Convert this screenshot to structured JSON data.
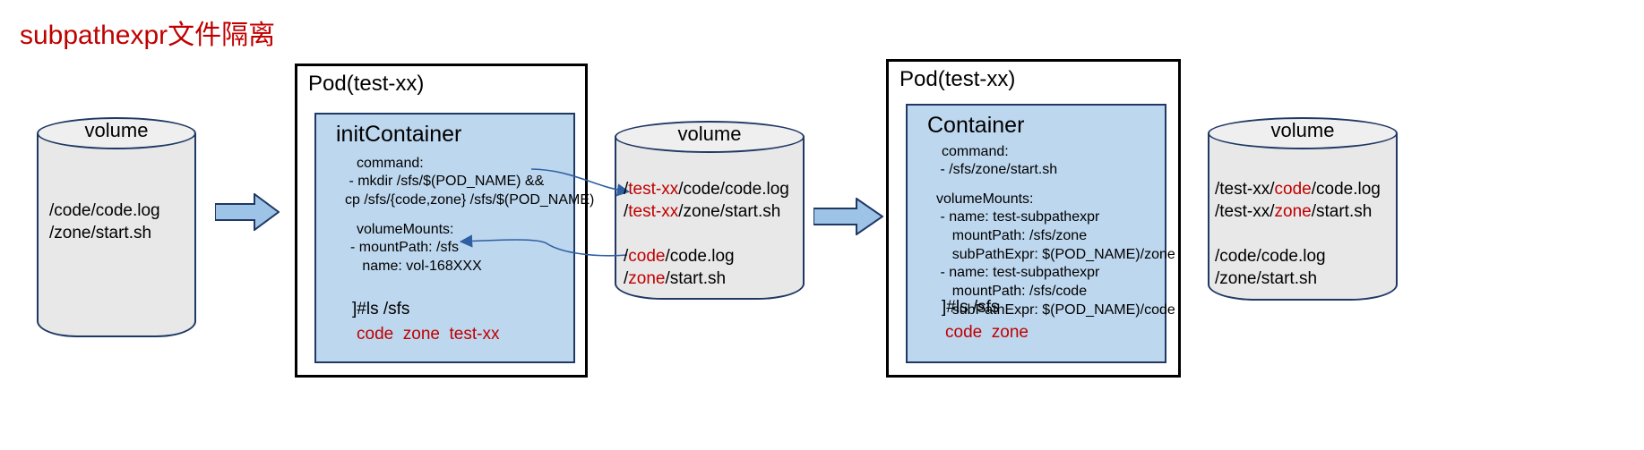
{
  "title": "subpathexpr文件隔离",
  "colors": {
    "accent_red": "#C00000",
    "container_fill": "#BDD7EE",
    "container_stroke": "#1F3864",
    "cylinder_fill": "#E8E8E8",
    "arrow_fill": "#9DC3E6",
    "pod_border": "#000000"
  },
  "volumes": [
    {
      "name": "volume-left",
      "caption": "volume",
      "lines": [
        [
          {
            "t": "/code/code.log",
            "c": "black"
          }
        ],
        [
          {
            "t": "/zone/start.sh",
            "c": "black"
          }
        ]
      ]
    },
    {
      "name": "volume-middle",
      "caption": "volume",
      "lines": [
        [
          {
            "t": "/",
            "c": "black"
          },
          {
            "t": "test-xx",
            "c": "red"
          },
          {
            "t": "/code/code.log",
            "c": "black"
          }
        ],
        [
          {
            "t": "/",
            "c": "black"
          },
          {
            "t": "test-xx",
            "c": "red"
          },
          {
            "t": "/zone/start.sh",
            "c": "black"
          }
        ],
        [
          {
            "t": "",
            "c": "black"
          }
        ],
        [
          {
            "t": "/",
            "c": "black"
          },
          {
            "t": "code",
            "c": "red"
          },
          {
            "t": "/code.log",
            "c": "black"
          }
        ],
        [
          {
            "t": "/",
            "c": "black"
          },
          {
            "t": "zone",
            "c": "red"
          },
          {
            "t": "/start.sh",
            "c": "black"
          }
        ]
      ]
    },
    {
      "name": "volume-right",
      "caption": "volume",
      "lines": [
        [
          {
            "t": "/test-xx/",
            "c": "black"
          },
          {
            "t": "code",
            "c": "red"
          },
          {
            "t": "/code.log",
            "c": "black"
          }
        ],
        [
          {
            "t": "/test-xx/",
            "c": "black"
          },
          {
            "t": "zone",
            "c": "red"
          },
          {
            "t": "/start.sh",
            "c": "black"
          }
        ],
        [
          {
            "t": "",
            "c": "black"
          }
        ],
        [
          {
            "t": "/code/code.log",
            "c": "black"
          }
        ],
        [
          {
            "t": "/zone/start.sh",
            "c": "black"
          }
        ]
      ]
    }
  ],
  "pods": [
    {
      "name": "pod-init",
      "title": "Pod(test-xx)",
      "container": {
        "title": "initContainer",
        "command_label": "command:",
        "command_lines": [
          " - mkdir /sfs/$(POD_NAME) &&",
          "cp /sfs/{code,zone} /sfs/$(POD_NAME)"
        ],
        "volume_mounts_label": "volumeMounts:",
        "volume_mounts_lines": [
          "- mountPath: /sfs",
          "   name: vol-168XXX"
        ],
        "ls_command": "]#ls /sfs",
        "ls_output": "code  zone  test-xx"
      }
    },
    {
      "name": "pod-main",
      "title": "Pod(test-xx)",
      "container": {
        "title": "Container",
        "command_label": "command:",
        "command_lines": [
          " - /sfs/zone/start.sh"
        ],
        "volume_mounts_label": "volumeMounts:",
        "volume_mounts_lines": [
          " - name: test-subpathexpr",
          "    mountPath: /sfs/zone",
          "    subPathExpr: $(POD_NAME)/zone",
          " - name: test-subpathexpr",
          "    mountPath: /sfs/code",
          "    subPathExpr: $(POD_NAME)/code"
        ],
        "ls_command": "]#ls /sfs",
        "ls_output": "code  zone"
      }
    }
  ],
  "flow_arrows": [
    {
      "name": "flow-arrow-1"
    },
    {
      "name": "flow-arrow-2"
    }
  ],
  "connectors": [
    {
      "name": "connector-command-to-volume"
    },
    {
      "name": "connector-mountpath-to-volume"
    }
  ]
}
